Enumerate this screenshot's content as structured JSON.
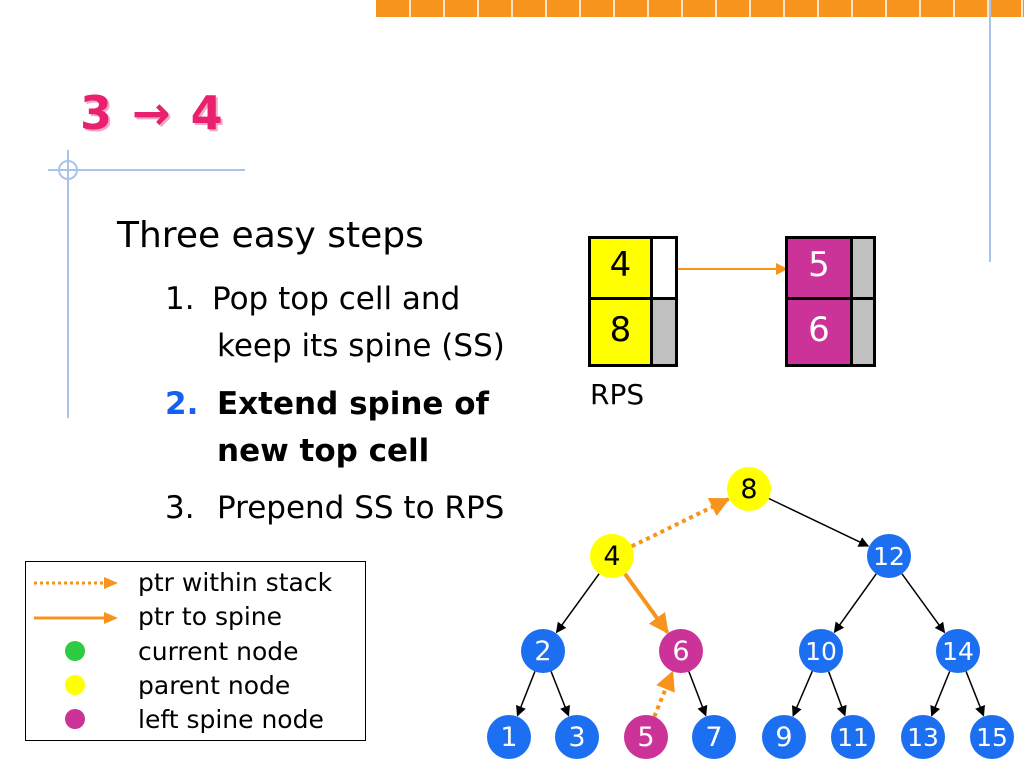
{
  "slide": {
    "title": "3 → 4",
    "heading": "Three easy steps",
    "steps": [
      {
        "num": "1.",
        "lines": [
          "Pop top cell and",
          "keep its spine (SS)"
        ],
        "emphasis": false
      },
      {
        "num": "2.",
        "lines": [
          "Extend spine of",
          "new top cell"
        ],
        "emphasis": true
      },
      {
        "num": "3.",
        "lines": [
          "Prepend SS to RPS"
        ],
        "emphasis": false
      }
    ]
  },
  "stacks": {
    "rps_label": "RPS",
    "left": {
      "values": [
        "4",
        "8"
      ],
      "color": "#ffff00"
    },
    "right": {
      "values": [
        "5",
        "6"
      ],
      "color": "#cc3399"
    }
  },
  "legend": {
    "items": [
      {
        "label": "ptr within stack",
        "symbol": "dotted-arrow",
        "color": "#f7941d"
      },
      {
        "label": "ptr to spine",
        "symbol": "solid-arrow",
        "color": "#f7941d"
      },
      {
        "label": "current node",
        "symbol": "dot",
        "color": "#2ecc40"
      },
      {
        "label": "parent node",
        "symbol": "dot",
        "color": "#ffff00"
      },
      {
        "label": "left spine node",
        "symbol": "dot",
        "color": "#cc3399"
      }
    ]
  },
  "tree": {
    "nodes": [
      {
        "id": "8",
        "label": "8",
        "color": "yellow"
      },
      {
        "id": "4",
        "label": "4",
        "color": "yellow"
      },
      {
        "id": "12",
        "label": "12",
        "color": "blue"
      },
      {
        "id": "2",
        "label": "2",
        "color": "blue"
      },
      {
        "id": "6",
        "label": "6",
        "color": "magenta"
      },
      {
        "id": "10",
        "label": "10",
        "color": "blue"
      },
      {
        "id": "14",
        "label": "14",
        "color": "blue"
      },
      {
        "id": "1",
        "label": "1",
        "color": "blue"
      },
      {
        "id": "3",
        "label": "3",
        "color": "blue"
      },
      {
        "id": "5",
        "label": "5",
        "color": "magenta"
      },
      {
        "id": "7",
        "label": "7",
        "color": "blue"
      },
      {
        "id": "9",
        "label": "9",
        "color": "blue"
      },
      {
        "id": "11",
        "label": "11",
        "color": "blue"
      },
      {
        "id": "13",
        "label": "13",
        "color": "blue"
      },
      {
        "id": "15",
        "label": "15",
        "color": "blue"
      }
    ],
    "edges": [
      {
        "from": "8",
        "to": "12",
        "style": "plain"
      },
      {
        "from": "4",
        "to": "2",
        "style": "plain"
      },
      {
        "from": "12",
        "to": "10",
        "style": "plain"
      },
      {
        "from": "12",
        "to": "14",
        "style": "plain"
      },
      {
        "from": "2",
        "to": "1",
        "style": "plain"
      },
      {
        "from": "2",
        "to": "3",
        "style": "plain"
      },
      {
        "from": "6",
        "to": "7",
        "style": "plain"
      },
      {
        "from": "10",
        "to": "9",
        "style": "plain"
      },
      {
        "from": "10",
        "to": "11",
        "style": "plain"
      },
      {
        "from": "14",
        "to": "13",
        "style": "plain"
      },
      {
        "from": "14",
        "to": "15",
        "style": "plain"
      },
      {
        "from": "4",
        "to": "6",
        "style": "spine"
      },
      {
        "from": "4",
        "to": "8",
        "style": "stack"
      },
      {
        "from": "5",
        "to": "6",
        "style": "stack"
      }
    ],
    "palette": {
      "blue": "#1b6ff0",
      "yellow": "#ffff00",
      "magenta": "#cc3399",
      "orange": "#f7941d"
    }
  }
}
